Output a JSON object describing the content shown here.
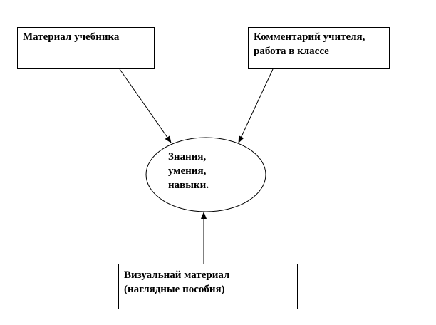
{
  "diagram": {
    "textbook": {
      "line1": "Материал  учебника"
    },
    "teacher": {
      "line1": "Комментарий учителя,",
      "line2": "работа в классе"
    },
    "center": {
      "line1": "Знания,",
      "line2": "умения,",
      "line3": "навыки."
    },
    "visual": {
      "line1": "Визуальнай материал",
      "line2": "(наглядные пособия)"
    },
    "colors": {
      "stroke": "#000000",
      "background": "#ffffff"
    }
  }
}
